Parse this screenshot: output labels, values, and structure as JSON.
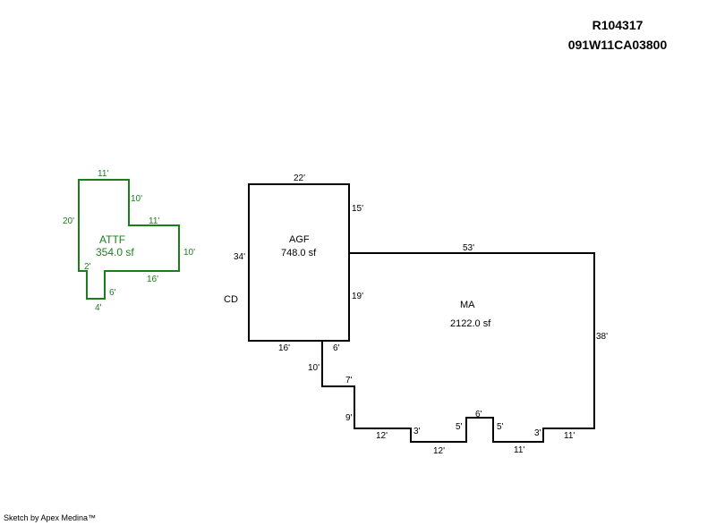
{
  "header": {
    "record_id": "R104317",
    "parcel_id": "091W11CA03800"
  },
  "footer": {
    "credit": "Sketch by Apex Medina™"
  },
  "colors": {
    "main_outline": "#000000",
    "attf_outline": "#1a7f1a"
  },
  "areas": {
    "attf": {
      "name": "ATTF",
      "area": "354.0 sf"
    },
    "agf": {
      "name": "AGF",
      "area": "748.0 sf"
    },
    "ma": {
      "name": "MA",
      "area": "2122.0 sf"
    },
    "cd": {
      "name": "CD"
    }
  },
  "dims": {
    "attf_top": "11'",
    "attf_notch_right": "10'",
    "attf_step": "11'",
    "attf_right": "10'",
    "attf_left": "20'",
    "attf_bottom": "16'",
    "attf_tab_right": "6'",
    "attf_tab_left": "2'",
    "attf_tab_bottom": "4'",
    "agf_top": "22'",
    "agf_right_upper": "15'",
    "agf_left": "34'",
    "agf_right_lower": "19'",
    "agf_bottom_left": "16'",
    "agf_bottom_right": "6'",
    "ma_top": "53'",
    "ma_right": "38'",
    "ma_left_drop": "10'",
    "ma_step_7": "7'",
    "ma_step_9": "9'",
    "ma_bottom_12a": "12'",
    "ma_step_3a": "3'",
    "ma_bottom_12b": "12'",
    "ma_step_5a": "5'",
    "ma_notch_6": "6'",
    "ma_step_5b": "5'",
    "ma_bottom_11a": "11'",
    "ma_step_3b": "3'",
    "ma_bottom_11b": "11'"
  }
}
